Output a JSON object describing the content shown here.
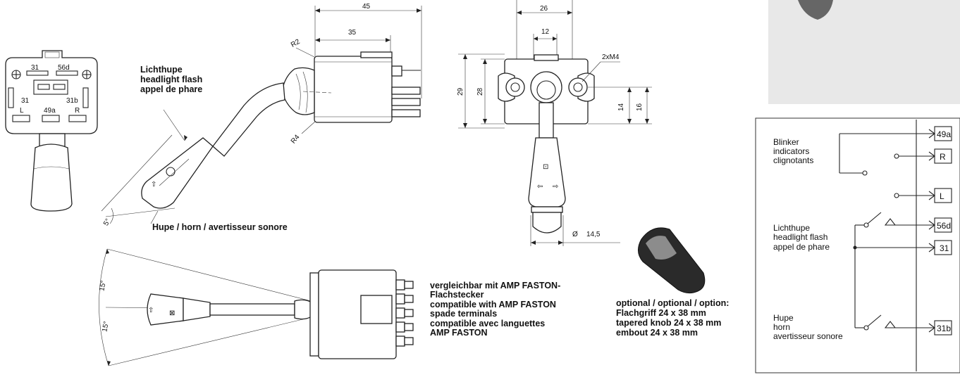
{
  "connector": {
    "pins_top": [
      "31",
      "56d"
    ],
    "pins_mid": [
      "31",
      "31b"
    ],
    "pins_bottom": [
      "L",
      "49a",
      "R"
    ]
  },
  "side_view": {
    "flash_label": [
      "Lichthupe",
      "headlight flash",
      "appel de phare"
    ],
    "horn_label": "Hupe / horn / avertisseur sonore",
    "dims": {
      "length_45": "45",
      "length_35": "35",
      "radius_top": "R2",
      "radius_bottom": "R4",
      "angle": "5°"
    }
  },
  "front_view": {
    "dims": {
      "w26": "26",
      "w12": "12",
      "h29": "29",
      "h28": "28",
      "h14": "14",
      "h16": "16",
      "screws": "2xM4",
      "diameter": "14,5"
    }
  },
  "top_view": {
    "angle_up": "15°",
    "angle_down": "15°",
    "terminal_note": [
      "vergleichbar mit AMP FASTON-",
      "Flachstecker",
      "compatible with AMP FASTON",
      "spade terminals",
      "compatible avec languettes",
      "AMP FASTON"
    ]
  },
  "option": {
    "text": [
      "optional / optional / option:",
      "Flachgriff 24 x 38 mm",
      "tapered knob 24 x 38 mm",
      "embout 24 x 38 mm"
    ]
  },
  "schematic": {
    "blinker_label": [
      "Blinker",
      "indicators",
      "clignotants"
    ],
    "flash_label": [
      "Lichthupe",
      "headlight flash",
      "appel de phare"
    ],
    "horn_label": [
      "Hupe",
      "horn",
      "avertisseur sonore"
    ],
    "terminals": [
      "49a",
      "R",
      "L",
      "56d",
      "31",
      "31b"
    ]
  }
}
